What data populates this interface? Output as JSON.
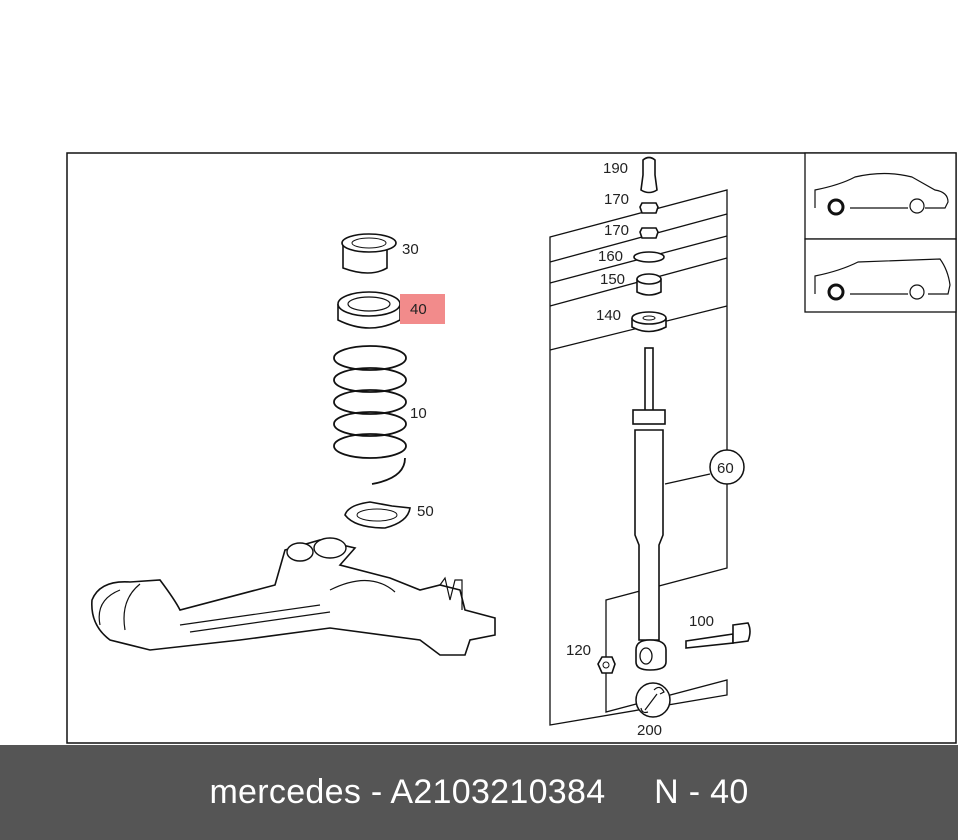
{
  "diagram": {
    "callouts": [
      {
        "id": "190",
        "label": "190"
      },
      {
        "id": "170a",
        "label": "170"
      },
      {
        "id": "170b",
        "label": "170"
      },
      {
        "id": "160",
        "label": "160"
      },
      {
        "id": "150",
        "label": "150"
      },
      {
        "id": "140",
        "label": "140"
      },
      {
        "id": "30",
        "label": "30"
      },
      {
        "id": "40",
        "label": "40",
        "highlighted": true
      },
      {
        "id": "10",
        "label": "10"
      },
      {
        "id": "50",
        "label": "50"
      },
      {
        "id": "60",
        "label": "60"
      },
      {
        "id": "100",
        "label": "100"
      },
      {
        "id": "120",
        "label": "120"
      },
      {
        "id": "200",
        "label": "200"
      }
    ],
    "highlight_color": "#f28b8b",
    "vehicle_icons": [
      "sedan-icon",
      "wagon-icon"
    ]
  },
  "footer": {
    "text": "mercedes - A2103210384     N - 40",
    "background": "#555555"
  }
}
